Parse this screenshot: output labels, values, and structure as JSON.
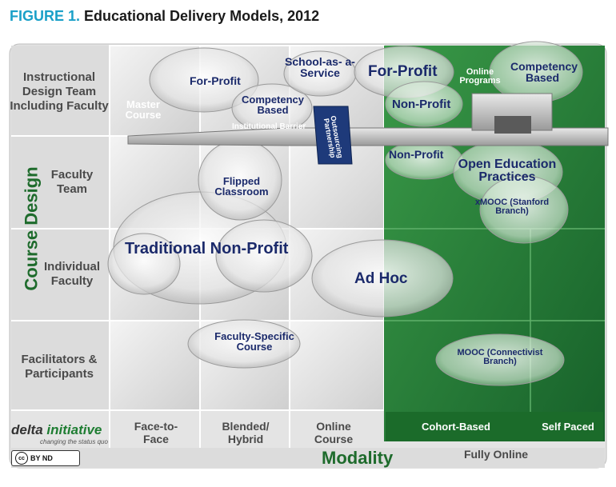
{
  "title": {
    "label": "FIGURE 1.",
    "text": "Educational Delivery Models, 2012"
  },
  "rows": [
    "Instructional Design Team Including Faculty",
    "Faculty Team",
    "Individual Faculty",
    "Facilitators & Participants"
  ],
  "columns": [
    "Face-to-Face",
    "Blended/ Hybrid",
    "Online Course",
    "Cohort-Based",
    "Self Paced"
  ],
  "fully_online": "Fully Online",
  "axis": {
    "y": "Course Design",
    "x": "Modality"
  },
  "barrier": {
    "label": "Institutional Barrier",
    "partnership": "Outsourcing Partnership"
  },
  "clouds": {
    "for_profit_left": "For-Profit",
    "school_as_service": "School-as- a-Service",
    "for_profit_top": "For-Profit",
    "online_programs": "Online Programs",
    "competency_based_right": "Competency Based",
    "master_course": "Master Course",
    "competency_based_left": "Competency Based",
    "non_profit_top": "Non-Profit",
    "non_profit_mid": "Non-Profit",
    "open_education": "Open Education Practices",
    "flipped_classroom": "Flipped Classroom",
    "xmooc": "xMOOC (Stanford Branch)",
    "traditional_non_profit": "Traditional Non-Profit",
    "ad_hoc": "Ad Hoc",
    "faculty_specific_course": "Faculty-Specific Course",
    "mooc": "MOOC (Connectivist Branch)"
  },
  "logo": {
    "name_a": "delta",
    "name_b": "initiative",
    "tagline": "changing the status quo",
    "license": "BY ND"
  },
  "colors": {
    "title_accent": "#1aa0c8",
    "green_dark": "#1b6b2a",
    "green_mid": "#2e8b3e",
    "cloud_text": "#1b2a6b",
    "axis_text": "#1e6b2c",
    "partnership_fill": "#1e3a7a",
    "barrier_fill": "#c8c8c8"
  }
}
